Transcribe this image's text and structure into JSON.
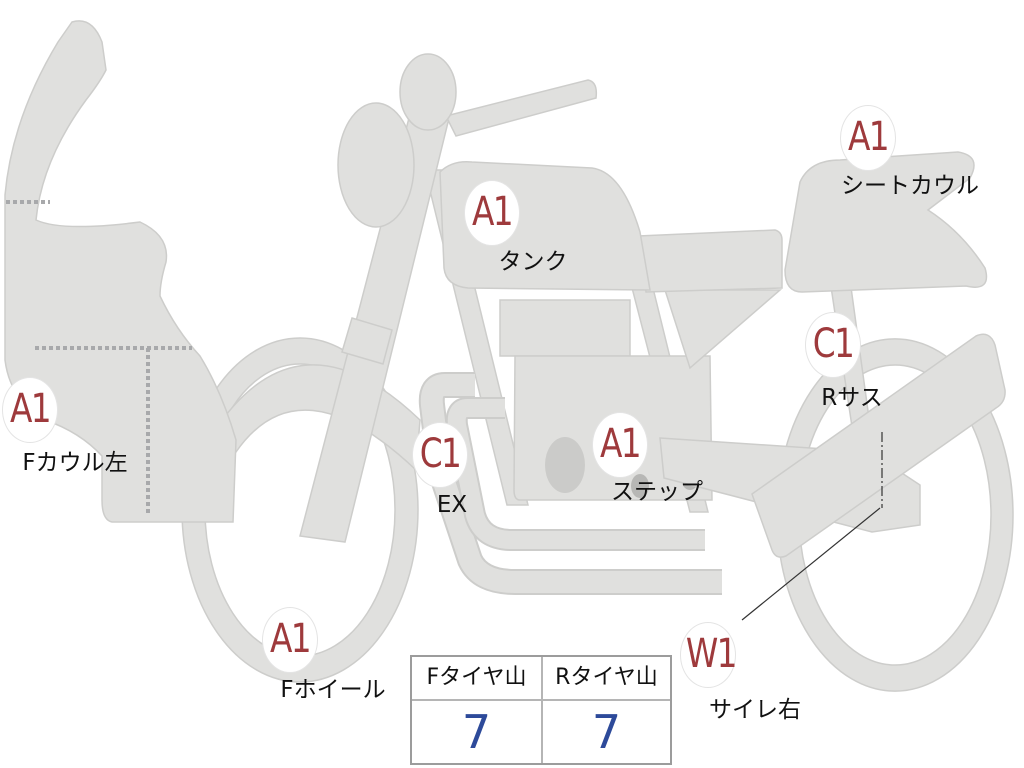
{
  "markers": [
    {
      "grade": "A1",
      "part": "Fカウル左"
    },
    {
      "grade": "A1",
      "part": "タンク"
    },
    {
      "grade": "A1",
      "part": "シートカウル"
    },
    {
      "grade": "C1",
      "part": "Rサス"
    },
    {
      "grade": "C1",
      "part": "EX"
    },
    {
      "grade": "A1",
      "part": "ステップ"
    },
    {
      "grade": "A1",
      "part": "Fホイール"
    },
    {
      "grade": "W1",
      "part": "サイレ右"
    }
  ],
  "tire_table": {
    "headers": [
      "Fタイヤ山",
      "Rタイヤ山"
    ],
    "values": [
      "7",
      "7"
    ]
  },
  "colors": {
    "grade_text": "#9e3a3c",
    "tire_value_text": "#2d4a9a",
    "body_fill": "#e0e0de"
  }
}
